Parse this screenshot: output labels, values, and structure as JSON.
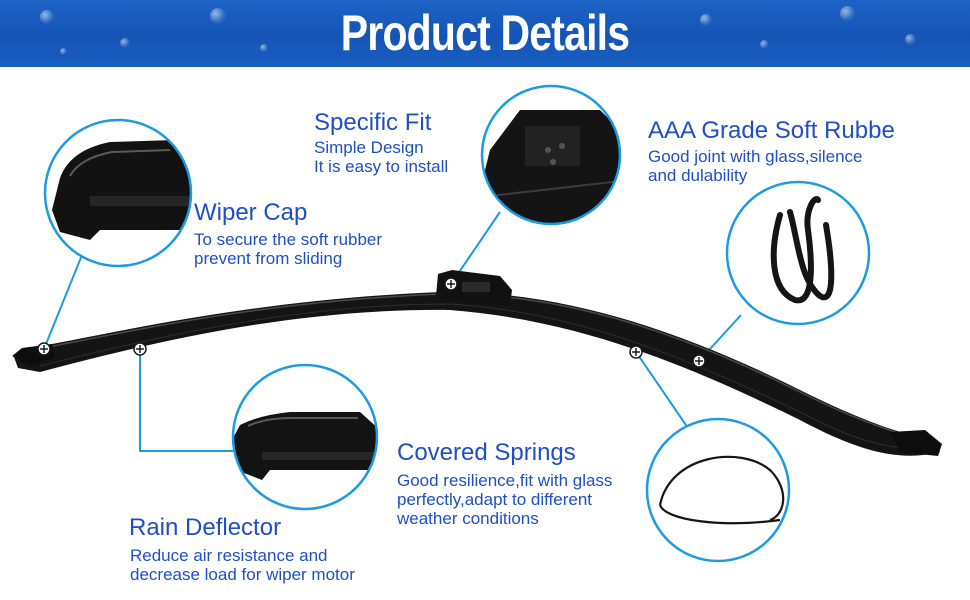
{
  "banner": {
    "title": "Product Details"
  },
  "features": {
    "wiper_cap": {
      "title": "Wiper Cap",
      "lines": [
        "To secure the soft rubber",
        "prevent from sliding"
      ]
    },
    "specific_fit": {
      "title": "Specific Fit",
      "lines": [
        "Simple Design",
        "It is easy to install"
      ]
    },
    "rubber": {
      "title": "AAA Grade Soft Rubbe",
      "lines": [
        "Good joint with glass,silence",
        "and dulability"
      ]
    },
    "covered_springs": {
      "title": "Covered Springs",
      "lines": [
        "Good resilience,fit with glass",
        "perfectly,adapt to different",
        "weather conditions"
      ]
    },
    "rain_deflector": {
      "title": "Rain Deflector",
      "lines": [
        "Reduce air resistance and",
        "decrease load for wiper motor"
      ]
    }
  },
  "colors": {
    "banner": "#1554b5",
    "text": "#1f4fc4",
    "callout_ring": "#1c9be0",
    "blade": "#111111"
  }
}
